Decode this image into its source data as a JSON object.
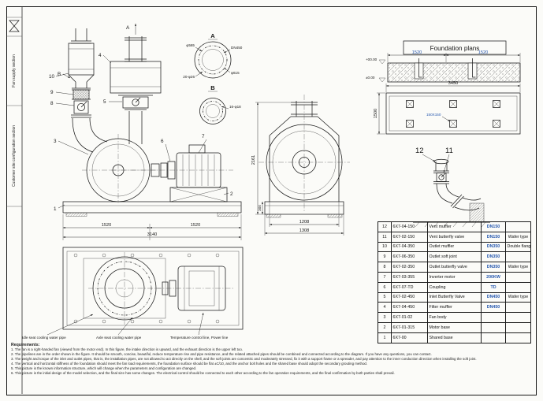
{
  "colors": {
    "paper": "#fbfbf8",
    "line": "#1b1b1b",
    "accent_blue": "#2456ae"
  },
  "strip": {
    "fan_supply": "Fan supply section",
    "customer": "Customer site configuration section"
  },
  "side_view": {
    "c1": "1",
    "c2": "2",
    "c3": "3",
    "c4": "4",
    "c5": "5",
    "c6": "6",
    "c7": "7",
    "c8": "8",
    "c9": "9",
    "c10": "10",
    "view_a": "A",
    "view_b": "B",
    "dim_left": "1520",
    "dim_right": "1520",
    "dim_total": "3140"
  },
  "detail_a": {
    "label": "A",
    "dia_outer": "φ565",
    "dia_bolt": "φ615",
    "dn": "DN450",
    "holes": "20-φ26"
  },
  "detail_b": {
    "label": "B",
    "holes": "16-φ18"
  },
  "front_view": {
    "dim_height": "2161",
    "dim_base": "300",
    "dim_w1": "1208",
    "dim_w2": "1308"
  },
  "plan_view": {
    "label_left": "Idle seat cooling water pipe",
    "label_mid": "Axle seat cooling water pipe",
    "label_right": "Temperature control line, Power line"
  },
  "foundation": {
    "title": "Foundation plans",
    "dim_a": "1520",
    "dim_b": "1520",
    "level_top": "+00.00",
    "level_bottom": "±0.00",
    "dim_width": "3450",
    "dim_depth": "1500",
    "pocket": "150X150",
    "detail_12": "12",
    "detail_11": "11"
  },
  "table": {
    "rows": [
      {
        "no": "12",
        "code": "6X7-04-150",
        "name": "Vent muffler",
        "spec": "DN150",
        "note": ""
      },
      {
        "no": "11",
        "code": "6X7-02-150",
        "name": "Vent butterfly valve",
        "spec": "DN150",
        "note": "Wafer type"
      },
      {
        "no": "10",
        "code": "6X7-04-350",
        "name": "Outlet muffler",
        "spec": "DN350",
        "note": "Double flange"
      },
      {
        "no": "9",
        "code": "6X7-06-350",
        "name": "Outlet soft joint",
        "spec": "DN350",
        "note": ""
      },
      {
        "no": "8",
        "code": "6X7-02-350",
        "name": "Outlet butterfly valve",
        "spec": "DN350",
        "note": "Wafer type"
      },
      {
        "no": "7",
        "code": "6X7-03-355",
        "name": "Inverter motor",
        "spec": "200KW",
        "note": ""
      },
      {
        "no": "6",
        "code": "6X7-07-TD",
        "name": "Coupling",
        "spec": "TD",
        "note": ""
      },
      {
        "no": "5",
        "code": "6X7-02-450",
        "name": "Inlet Butterfly Valve",
        "spec": "DN450",
        "note": "Wafer type"
      },
      {
        "no": "4",
        "code": "6X7-04-450",
        "name": "Filter muffler",
        "spec": "DN450",
        "note": ""
      },
      {
        "no": "3",
        "code": "6X7-01-02",
        "name": "Fan body",
        "spec": "",
        "note": ""
      },
      {
        "no": "2",
        "code": "6X7-01-315",
        "name": "Motor base",
        "spec": "",
        "note": ""
      },
      {
        "no": "1",
        "code": "6X7-00",
        "name": "Shared base",
        "spec": "",
        "note": ""
      }
    ]
  },
  "requirements": {
    "title": "Requirements:",
    "lines": [
      "1. The fan is a right-handed fan (viewed from the motor end). In this figure, the intake direction is upward, and the exhaust direction is the upper left too.",
      "2. The pipelines are in the order shown in the figure. It should be smooth, concise, beautiful, reduce temperature rise and pipe resistance, and the related attached pipes should be combined and connected according to the diagram. If you have any questions, you can contact.",
      "3. The weight and torque of the inlet and outlet pipes, that is, the installation pipes, are not allowed to act directly on the shell, and the soft joints are concentric and moderately stressed, fix it with a support frame or a spreader, and pay attention to the inner conduction direction when installing the soft joint.",
      "4. The vertical and horizontal stiffness of the foundation should meet the fan load requirements, the foundation surface should be flat ±C/10, and the anchor bolt holes and the shared base should adopt the secondary grouting method.",
      "5. This picture is the known information structure, which will change when the parameters and configuration are changed.",
      "6. This picture is the initial design of the model selection, and the final size has some changes. The electrical control should be connected to each other according to the fan operation requirements, and the final confirmation by both parties shall prevail."
    ]
  }
}
